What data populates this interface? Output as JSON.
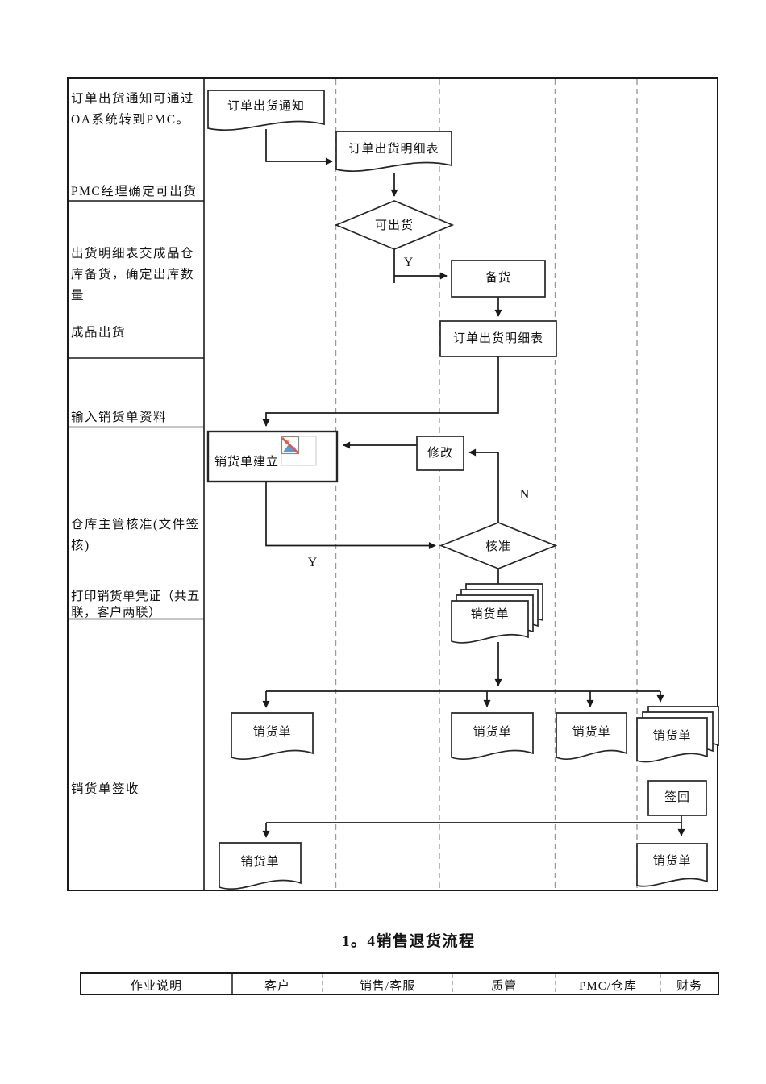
{
  "flowchart": {
    "annotations": [
      "订单出货通知可通过OA系统转到PMC。",
      "PMC经理确定可出货",
      "出货明细表交成品仓库备货，确定出库数量",
      "成品出货",
      "输入销货单资料",
      "仓库主管核准(文件签核)",
      "打印销货单凭证（共五联，客户两联）",
      "销货单签收"
    ],
    "nodes": {
      "doc_order_ship_notice": "订单出货通知",
      "doc_order_ship_detail": "订单出货明细表",
      "decision_can_ship": "可出货",
      "box_prepare_goods": "备货",
      "box_order_ship_detail": "订单出货明细表",
      "box_create_sales_order": "销货单建立",
      "box_modify": "修改",
      "decision_approve": "核准",
      "doc_sales_order_stack": "销货单",
      "doc_sales_order_customer": "销货单",
      "doc_sales_order_qc": "销货单",
      "doc_sales_order_warehouse": "销货单",
      "doc_sales_order_finance": "销货单",
      "box_sign_back": "签回",
      "doc_sales_order_customer_signed": "销货单",
      "doc_sales_order_finance_signed": "销货单"
    },
    "branch_labels": {
      "can_ship_yes": "Y",
      "approve_no": "N",
      "approve_yes": "Y"
    },
    "icons": {
      "create_sales_order_image": "broken-image-icon"
    },
    "line_colors": {
      "solid": "#1a1a1a",
      "dashed_lane": "#9a9a9a"
    }
  },
  "section_title": "1。4销售退货流程",
  "return_table": {
    "headers": [
      "作业说明",
      "客户",
      "销售/客服",
      "质管",
      "PMC/仓库",
      "财务"
    ]
  }
}
